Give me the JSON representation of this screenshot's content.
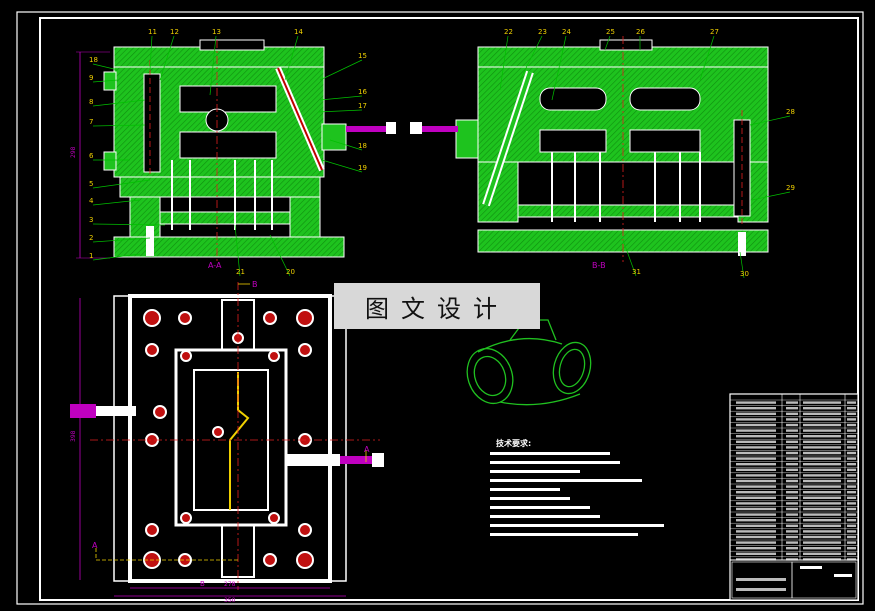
{
  "watermark": "图文设计",
  "balloons": {
    "left": [
      "11",
      "12",
      "13",
      "14",
      "15",
      "16",
      "17",
      "18",
      "19",
      "18",
      "9",
      "8",
      "7",
      "6",
      "5",
      "4",
      "3",
      "2",
      "1",
      "20",
      "21"
    ],
    "right": [
      "22",
      "23",
      "24",
      "25",
      "26",
      "27",
      "28",
      "29",
      "30",
      "31"
    ]
  },
  "section_labels": {
    "left": "A-A",
    "right": "B-B",
    "plan_a": "A",
    "plan_b": "B"
  },
  "dimensions": {
    "left_height": "298",
    "plan_height": "398",
    "plan_width_inner": "278",
    "plan_width_outer": "350"
  },
  "notes_title": "技术要求:",
  "colors": {
    "background": "#000000",
    "frame": "#ffffff",
    "plate_fill": "#1ec31e",
    "hatch": "#0a7d0a",
    "centerline": "#e02020",
    "dimension": "#c000c0",
    "leader": "#00c000",
    "balloon_text": "#f0d000",
    "part_outline": "#20c020"
  }
}
